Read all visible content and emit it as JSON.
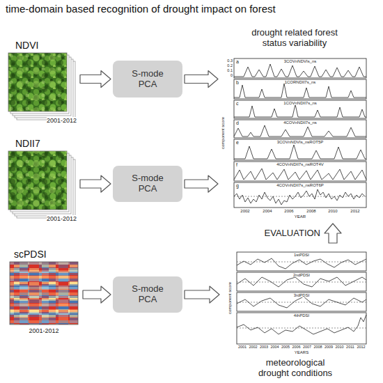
{
  "diagram": {
    "title": "time-domain based recognition of drought impact on forest",
    "nodes": [
      {
        "text": [
          "NDVI",
          "2001-2012"
        ]
      },
      {
        "text": [
          "S-mode PCA"
        ]
      },
      {
        "text": [
          "NDII7",
          "2001-2012"
        ]
      },
      {
        "text": [
          "S-mode PCA"
        ]
      },
      {
        "text": [
          "scPDSI",
          "2001-2012"
        ]
      },
      {
        "text": [
          "S-mode PCA"
        ]
      },
      {
        "text": [
          "drought related forest status variability"
        ]
      },
      {
        "text": [
          "meteorological drought conditions"
        ]
      }
    ],
    "edges": [
      {
        "from": 0,
        "to": 1,
        "arrow": "to"
      },
      {
        "from": 1,
        "to": 6,
        "arrow": "to"
      },
      {
        "from": 2,
        "to": 3,
        "arrow": "to"
      },
      {
        "from": 3,
        "to": 6,
        "arrow": "to"
      },
      {
        "from": 4,
        "to": 5,
        "arrow": "to"
      },
      {
        "from": 5,
        "to": 7,
        "arrow": "to"
      },
      {
        "from": 7,
        "to": 6,
        "arrow": "to",
        "label": "EVALUATION"
      }
    ],
    "labels": [
      "a",
      "b",
      "c",
      "d",
      "e",
      "f",
      "g",
      "3COVnNDVIs_ns",
      "1CORNDII7s_ns",
      "1COVnNDII7s_ns",
      "4COVnNDII7s_ns",
      "3COVnNDVIs_nsROT5P",
      "4COVnNDII7s_nsROT4V",
      "4COVnNDII7s_nsROT6P",
      "2002",
      "2004",
      "2006",
      "2008",
      "2010",
      "2012",
      "YEAR",
      "component score",
      "0.3",
      "0.2",
      "0.1",
      "0",
      "1stPDSI",
      "2ndPDSI",
      "3rdPDSI",
      "4thPDSI",
      "2001",
      "2002",
      "2003",
      "2004",
      "2005",
      "2006",
      "2007",
      "2008",
      "2009",
      "2010",
      "2011",
      "2012",
      "YEARS",
      "component score"
    ]
  }
}
